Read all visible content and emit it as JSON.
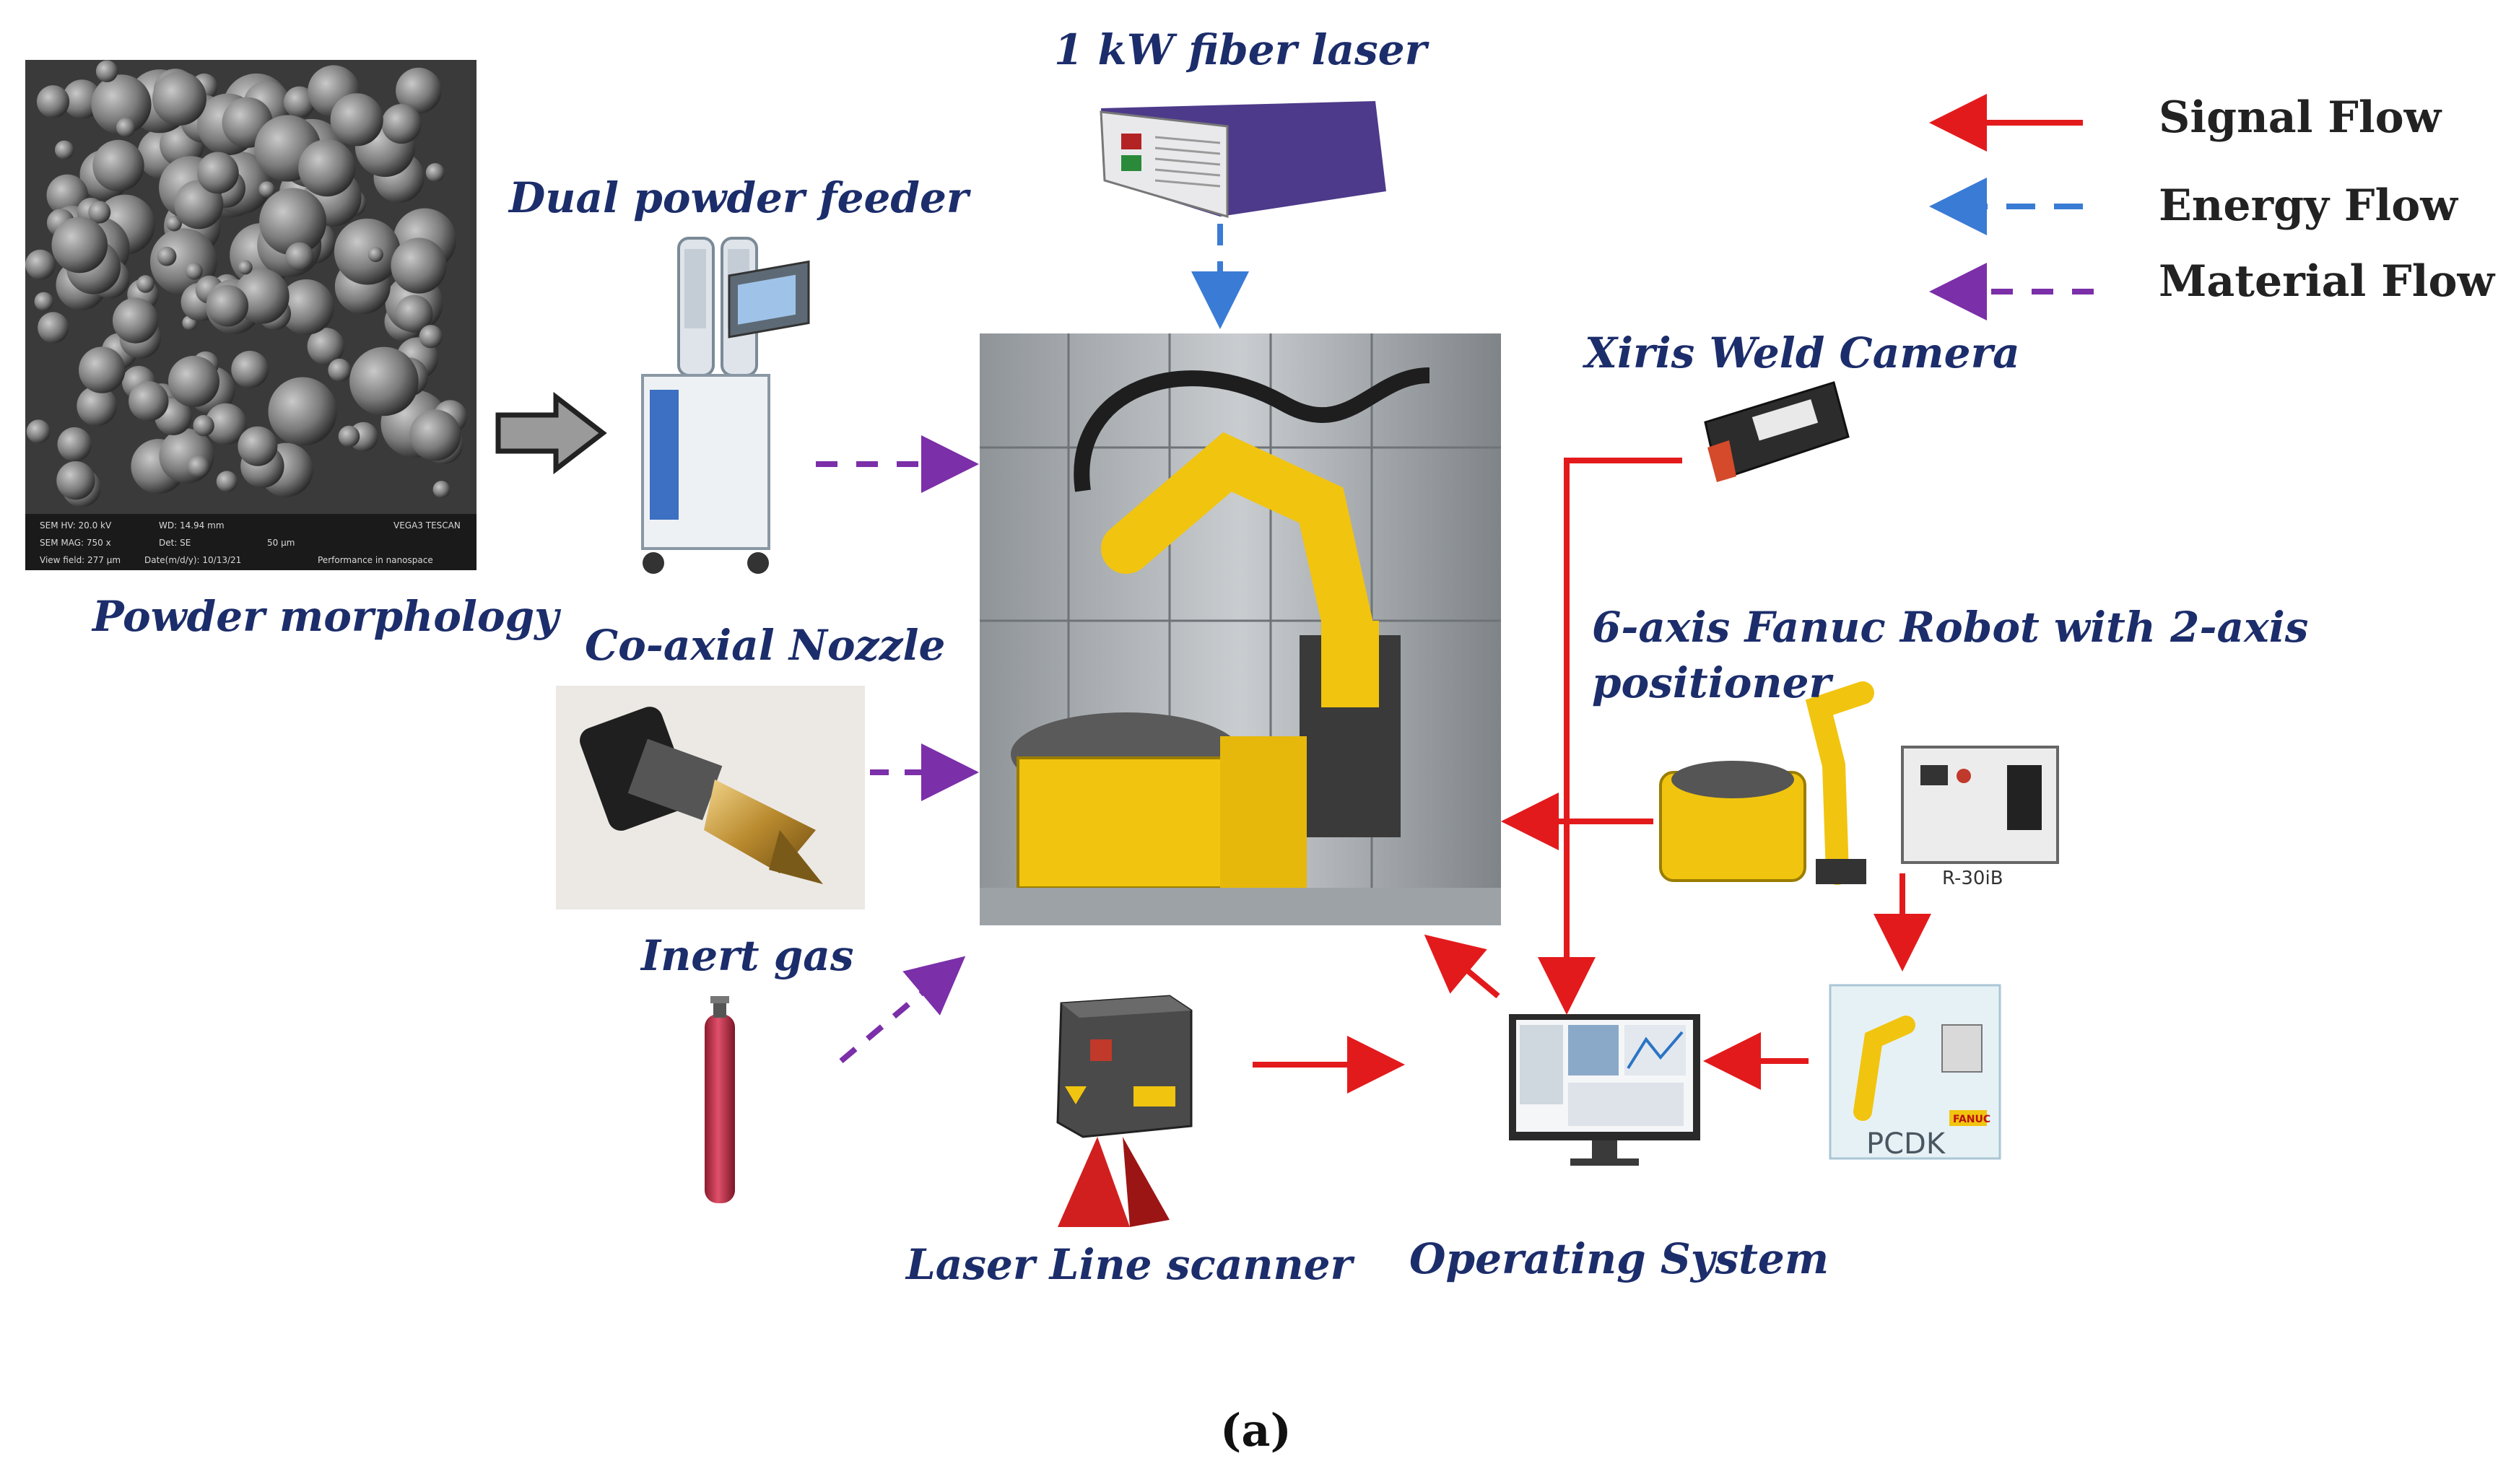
{
  "legend": {
    "signal": {
      "label": "Signal Flow",
      "color": "#e31a1c"
    },
    "energy": {
      "label": "Energy Flow",
      "color": "#3a7bd5"
    },
    "material": {
      "label": "Material Flow",
      "color": "#7b2fa8"
    }
  },
  "components": {
    "fiber_laser": "1 kW fiber laser",
    "powder_feeder": "Dual powder feeder",
    "powder_morphology": "Powder morphology",
    "nozzle": "Co-axial Nozzle",
    "inert_gas": "Inert gas",
    "weld_camera": "Xiris Weld Camera",
    "robot_line1": "6-axis Fanuc Robot with 2-axis",
    "robot_line2": "positioner",
    "line_scanner": "Laser Line scanner",
    "operating_system": "Operating System",
    "controller_label": "R-30iB",
    "pcdk_label": "PCDK",
    "pcdk_badge": "FANUC"
  },
  "caption": "(a)"
}
